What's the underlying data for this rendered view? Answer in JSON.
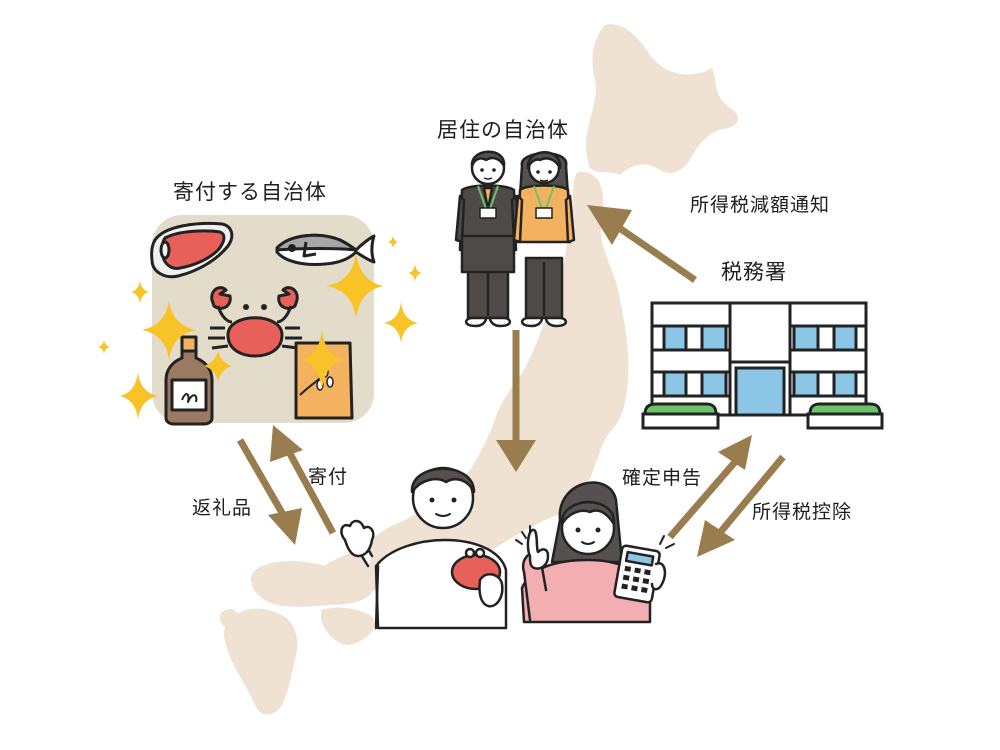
{
  "diagram": {
    "title_donation_municipality": "寄付する自治体",
    "title_residence_municipality": "居住の自治体",
    "title_tax_office": "税務署",
    "label_tax_reduction_notice": "所得税減額通知",
    "label_donation": "寄付",
    "label_return_gift": "返礼品",
    "label_tax_return": "確定申告",
    "label_income_tax_deduction": "所得税控除"
  },
  "gifts": [
    "meat",
    "fish",
    "crab",
    "sake-bottle",
    "rice-bag"
  ],
  "colors": {
    "map": "#efe2d3",
    "arrow": "#9a7d4e",
    "gift_panel": "#e4dccb",
    "sparkle": "#f7c327",
    "red": "#e8605a",
    "window": "#8cc6e6",
    "grass": "#6cc36c",
    "suit": "#4e4a47",
    "jacket_orange": "#f2b25f",
    "sweater_pink": "#f2aeb0",
    "hair": "#555150"
  }
}
